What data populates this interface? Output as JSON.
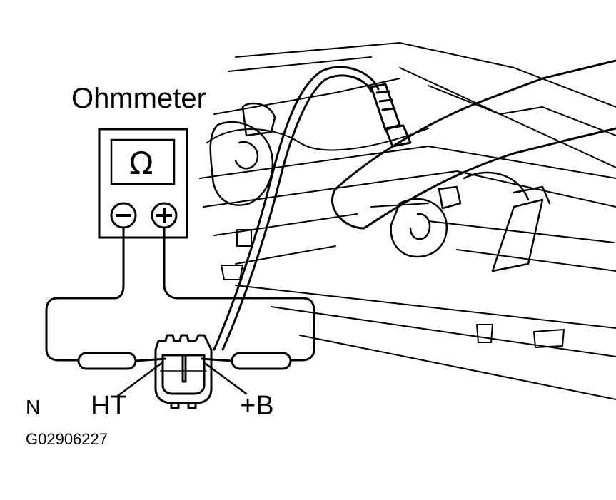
{
  "labels": {
    "meter_title": "Ohmmeter",
    "meter_symbol": "Ω",
    "negative_symbol": "−",
    "positive_symbol": "+",
    "terminal_ht": "HT",
    "terminal_b": "+B",
    "corner_mark": "N",
    "figure_code": "G02906227"
  },
  "colors": {
    "line": "#000000",
    "background": "#ffffff"
  }
}
